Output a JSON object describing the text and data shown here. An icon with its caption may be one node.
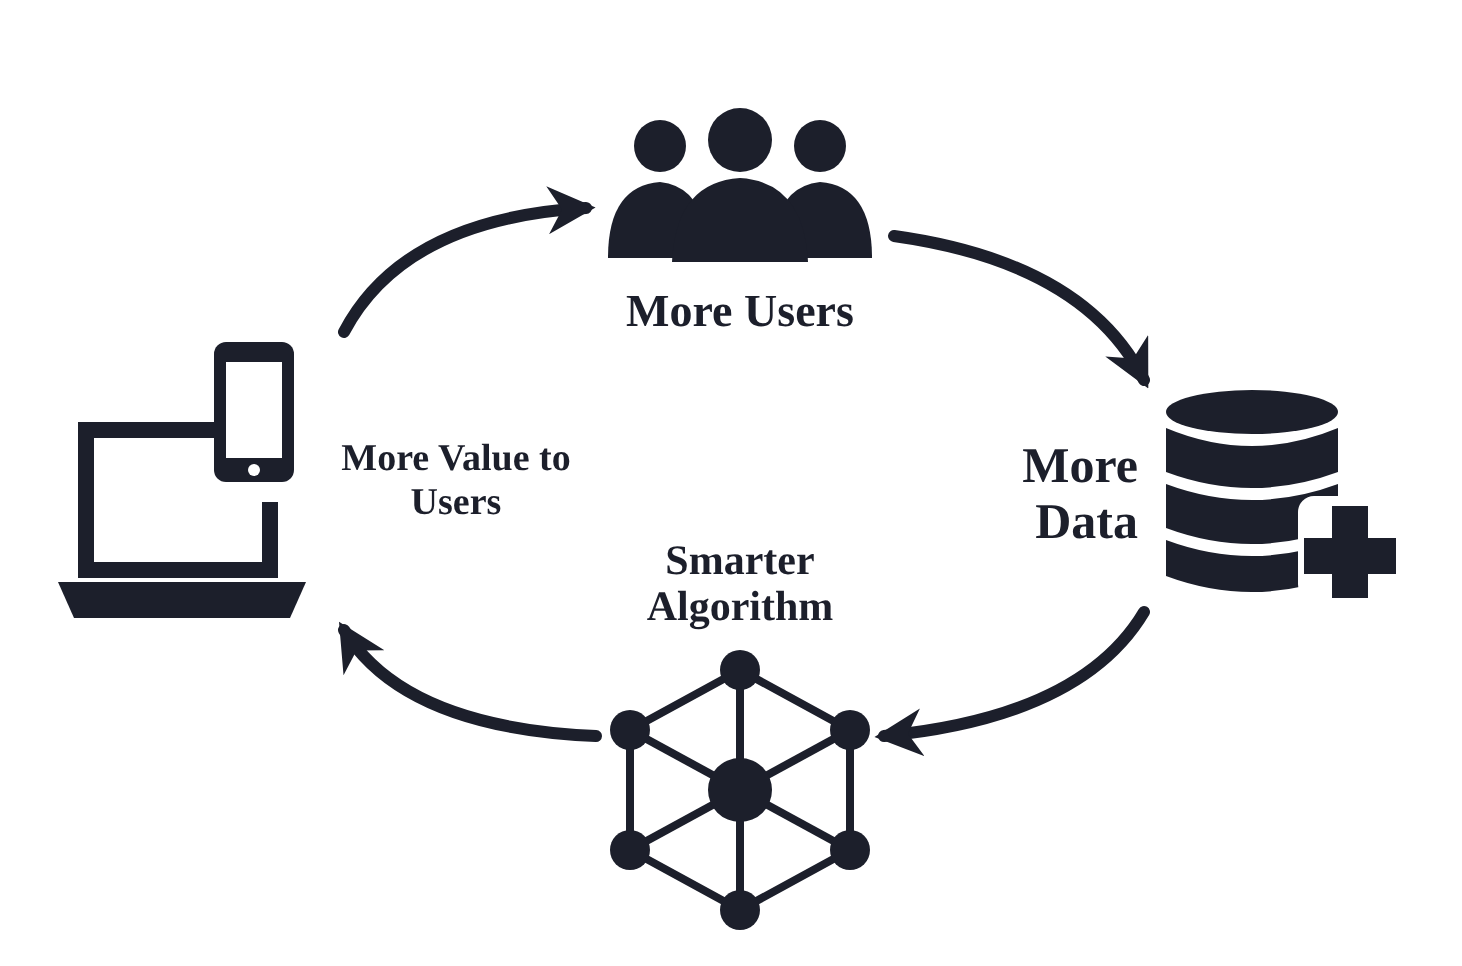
{
  "diagram": {
    "nodes": [
      {
        "text": [
          "More Users"
        ]
      },
      {
        "text": [
          "More Data"
        ]
      },
      {
        "text": [
          "Smarter Algorithm"
        ]
      },
      {
        "text": [
          "More Value to Users"
        ]
      }
    ],
    "edges": [
      {
        "from": 0,
        "to": 1,
        "arrow": "to"
      },
      {
        "from": 1,
        "to": 2,
        "arrow": "to"
      },
      {
        "from": 2,
        "to": 3,
        "arrow": "to"
      },
      {
        "from": 3,
        "to": 0,
        "arrow": "to"
      }
    ]
  }
}
